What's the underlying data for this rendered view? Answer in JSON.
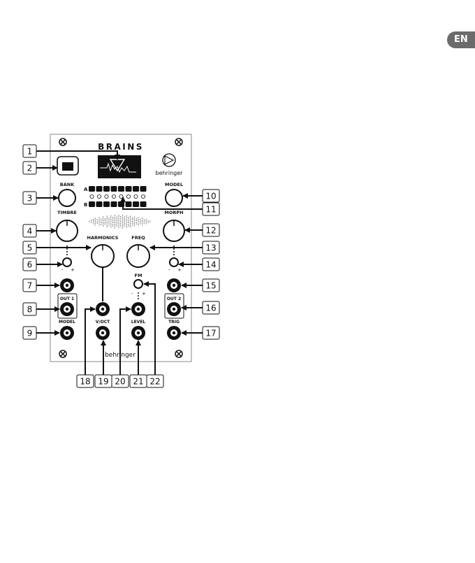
{
  "language_badge": "EN",
  "panel": {
    "title": "BRAINS",
    "brand_logo_text": "behringer",
    "footer_brand": "behringer",
    "row_a_label": "A",
    "row_b_label": "B",
    "labels": {
      "bank": "BANK",
      "model_top": "MODEL",
      "timbre": "TIMBRE",
      "morph": "MORPH",
      "harmonics": "HARMONICS",
      "freq": "FREQ",
      "fm": "FM",
      "out1": "OUT 1",
      "out2": "OUT 2",
      "model_bottom": "MODEL",
      "trig": "TRIG",
      "voct": "V/OCT",
      "level": "LEVEL",
      "minus": "-",
      "plus": "+"
    }
  },
  "callouts": {
    "c1": "1",
    "c2": "2",
    "c3": "3",
    "c4": "4",
    "c5": "5",
    "c6": "6",
    "c7": "7",
    "c8": "8",
    "c9": "9",
    "c10": "10",
    "c11": "11",
    "c12": "12",
    "c13": "13",
    "c14": "14",
    "c15": "15",
    "c16": "16",
    "c17": "17",
    "c18": "18",
    "c19": "19",
    "c20": "20",
    "c21": "21",
    "c22": "22"
  }
}
